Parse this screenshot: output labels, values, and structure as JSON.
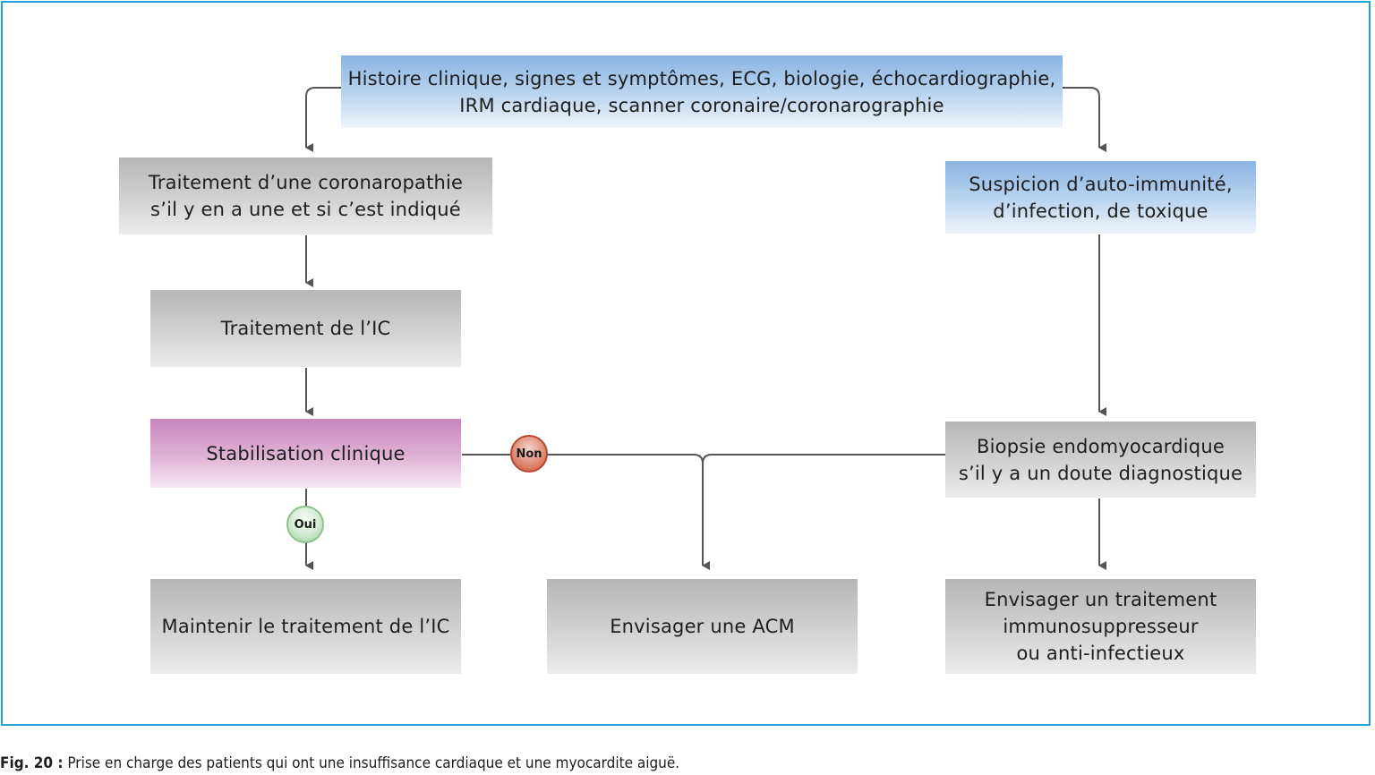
{
  "boxes": {
    "top": "Histoire clinique, signes et symptômes, ECG, biologie, échocardiographie,\nIRM cardiaque, scanner coronaire/coronarographie",
    "coronaro": "Traitement d’une coronaropathie\ns’il y en a une et si c’est indiqué",
    "auto_immune": "Suspicion d’auto-immunité,\nd’infection, de toxique",
    "traitement_ic": "Traitement de l’IC",
    "stabilisation": "Stabilisation clinique",
    "biopsie": "Biopsie endomyocardique\ns’il y a un doute diagnostique",
    "maintenir": "Maintenir le traitement de l’IC",
    "acm": "Envisager une ACM",
    "immuno": "Envisager un traitement\nimmunosuppresseur\nou anti-infectieux"
  },
  "badges": {
    "non": "Non",
    "oui": "Oui"
  },
  "caption": {
    "label": "Fig. 20 :",
    "text": " Prise en charge des patients qui ont une insuffisance cardiaque et une myocardite aiguë."
  },
  "colors": {
    "frame": "#21a2d9",
    "connector": "#555555",
    "blue_box": "#8ab4e2",
    "gray_box": "#b6b6b8",
    "pink_box": "#c886bd",
    "non_badge": "#c8553a",
    "oui_badge": "#9ccf9c"
  }
}
